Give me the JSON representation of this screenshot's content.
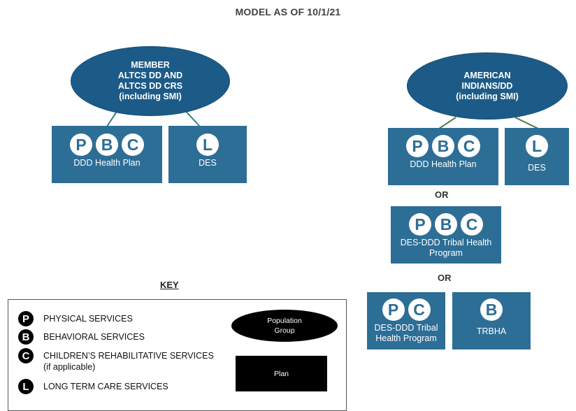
{
  "title": "MODEL AS OF 10/1/21",
  "left_group": {
    "ellipse_label": "MEMBER\nALTCS DD AND\nALTCS DD CRS\n(including SMI)",
    "plans": [
      {
        "icons": [
          "P",
          "B",
          "C"
        ],
        "label": "DDD Health Plan"
      },
      {
        "icons": [
          "L"
        ],
        "label": "DES"
      }
    ]
  },
  "right_group": {
    "ellipse_label": "AMERICAN\nINDIANS/DD\n(including SMI)",
    "plans_row1": [
      {
        "icons": [
          "P",
          "B",
          "C"
        ],
        "label": "DDD Health Plan"
      },
      {
        "icons": [
          "L"
        ],
        "label": "DES"
      }
    ],
    "or_1": "OR",
    "plan_row2": {
      "icons": [
        "P",
        "B",
        "C"
      ],
      "label_line1": "DES-DDD Tribal Health",
      "label_line2": "Program"
    },
    "or_2": "OR",
    "plans_row3": [
      {
        "icons": [
          "P",
          "C"
        ],
        "label_line1": "DES-DDD Tribal",
        "label_line2": "Health Program"
      },
      {
        "icons": [
          "B"
        ],
        "label": "TRBHA"
      }
    ]
  },
  "key": {
    "title": "KEY",
    "items": [
      {
        "icon": "P",
        "text": "PHYSICAL SERVICES"
      },
      {
        "icon": "B",
        "text": "BEHAVIORAL SERVICES"
      },
      {
        "icon": "C",
        "text": "CHILDREN’S REHABILITATIVE SERVICES\n(if applicable)"
      },
      {
        "icon": "L",
        "text": "LONG TERM CARE SERVICES"
      }
    ],
    "population_label": "Population\nGroup",
    "plan_label": "Plan"
  },
  "colors": {
    "ellipse_fill": "#1c5b87",
    "box_fill": "#2d6e96",
    "connector_left": "#2a7f86",
    "connector_right": "#4f7a4a"
  }
}
